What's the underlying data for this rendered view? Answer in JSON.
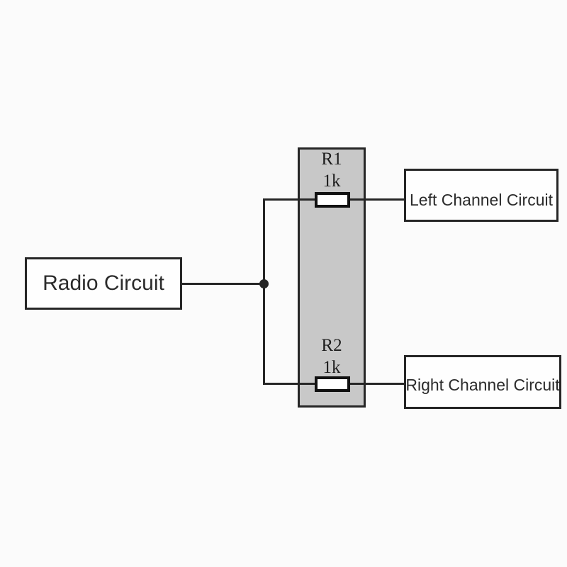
{
  "diagram": {
    "type": "circuit-schematic",
    "source_node": {
      "label": "Radio Circuit"
    },
    "resistor_block": {
      "resistors": [
        {
          "name": "R1",
          "value": "1k"
        },
        {
          "name": "R2",
          "value": "1k"
        }
      ]
    },
    "output_nodes": [
      {
        "label": "Left Channel Circuit"
      },
      {
        "label": "Right Channel Circuit"
      }
    ],
    "connections": [
      "Radio Circuit -> junction",
      "junction -> R1 -> Left Channel Circuit",
      "junction -> R2 -> Right Channel Circuit"
    ],
    "colors": {
      "background": "#fbfbfb",
      "box_fill": "#fefefe",
      "line": "#262626",
      "resistor_border": "#111111",
      "gray_panel": "#c8c8c8",
      "text": "#2b2b2b"
    }
  }
}
